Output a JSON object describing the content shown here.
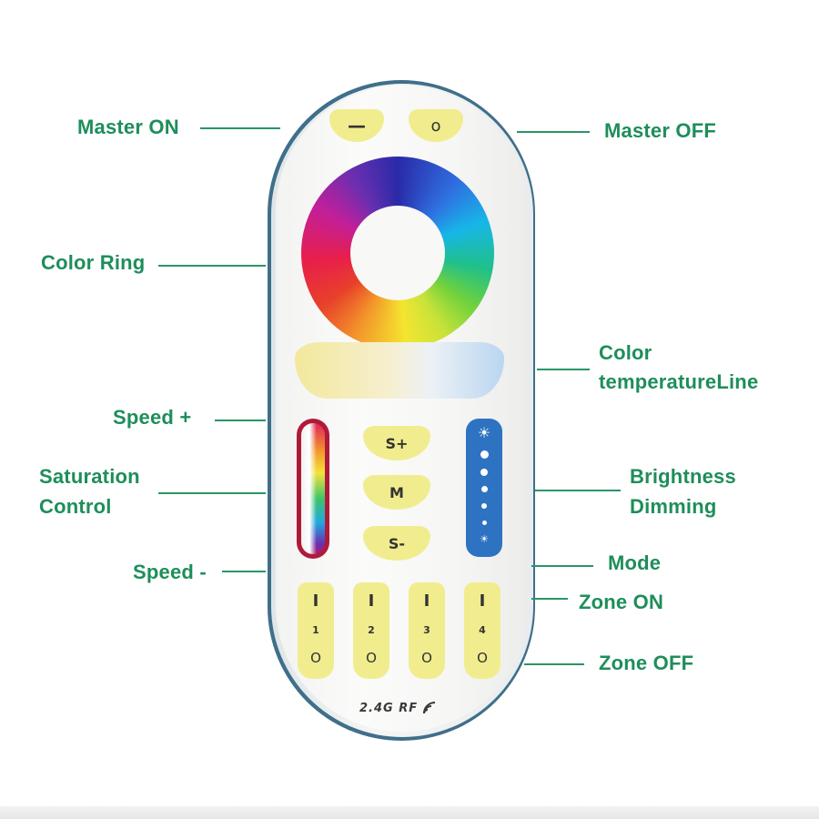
{
  "labels": {
    "master_on": "Master ON",
    "master_off": "Master OFF",
    "color_ring": "Color Ring",
    "color_temperature_line_1": "Color",
    "color_temperature_line_2": "temperatureLine",
    "speed_plus": "Speed +",
    "saturation_line_1": "Saturation",
    "saturation_line_2": "Control",
    "brightness_line_1": "Brightness",
    "brightness_line_2": "Dimming",
    "speed_minus": "Speed -",
    "mode": "Mode",
    "zone_on": "Zone ON",
    "zone_off": "Zone OFF"
  },
  "remote": {
    "master_on_symbol": "—",
    "master_off_symbol": "o",
    "speed_plus_button": "S+",
    "mode_button": "M",
    "speed_minus_button": "S-",
    "zones": [
      {
        "on": "I",
        "number": "1",
        "off": "O"
      },
      {
        "on": "I",
        "number": "2",
        "off": "O"
      },
      {
        "on": "I",
        "number": "3",
        "off": "O"
      },
      {
        "on": "I",
        "number": "4",
        "off": "O"
      }
    ],
    "brightness_icon_top": "sun-bright-icon",
    "brightness_icon_bottom": "sun-dim-icon",
    "rf_text": "2.4G RF"
  },
  "colors": {
    "label_text": "#1e8e5a",
    "button_yellow": "#f1ed8f",
    "brightness_bar": "#2e73c2",
    "remote_body": "#f6f6f5"
  }
}
